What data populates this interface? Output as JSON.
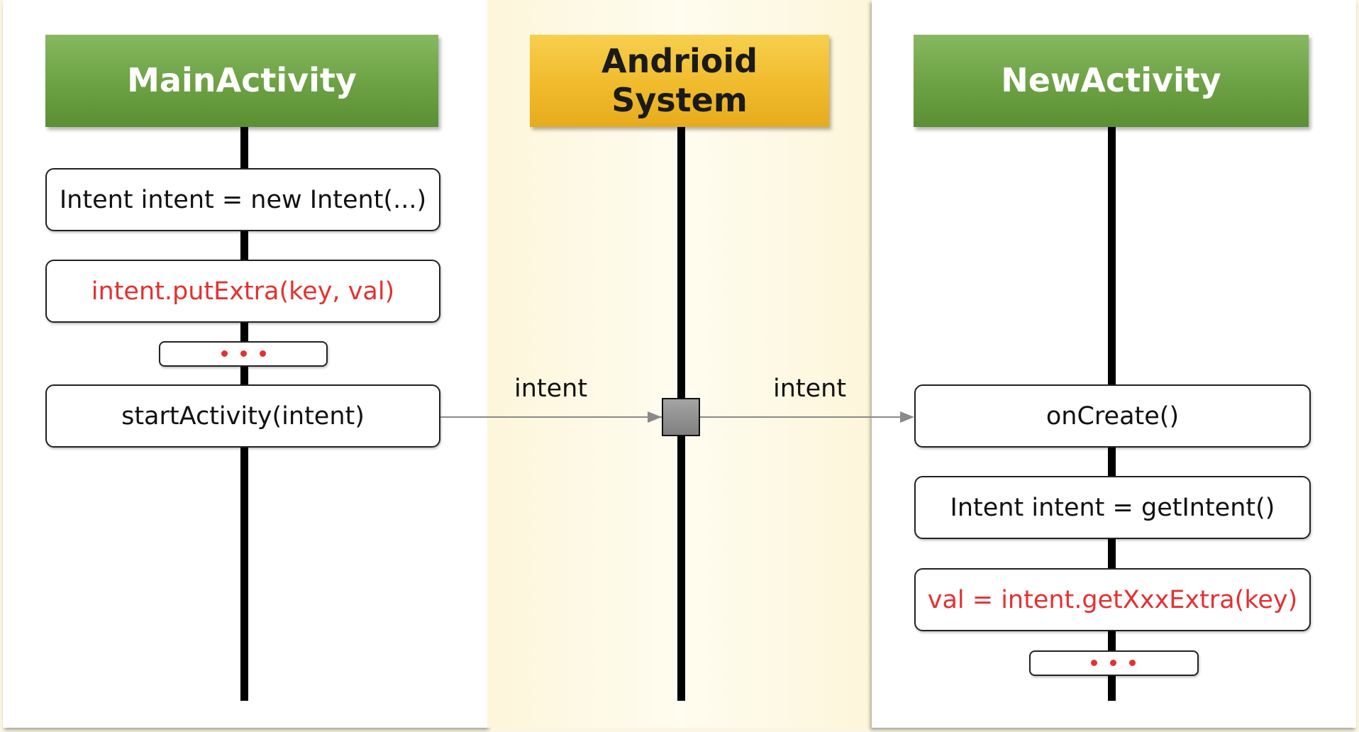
{
  "lanes": {
    "main_activity": {
      "title": "MainActivity",
      "steps": {
        "create_intent": "Intent intent =  new Intent(...)",
        "put_extra": "intent.putExtra(key, val)",
        "start_activity": "startActivity(intent)"
      }
    },
    "android_system": {
      "title_line1": "Andrioid",
      "title_line2": "System"
    },
    "new_activity": {
      "title": "NewActivity",
      "steps": {
        "on_create": "onCreate()",
        "get_intent": "Intent intent =  getIntent()",
        "get_extra": "val =  intent.getXxxExtra(key)"
      }
    }
  },
  "arrows": {
    "main_to_system_label": "intent",
    "system_to_new_label": "intent"
  },
  "colors": {
    "activity_header": "#6ca143",
    "system_header": "#f0bb2c",
    "highlight_text": "#e53030",
    "arrow": "#8a8a8a"
  }
}
